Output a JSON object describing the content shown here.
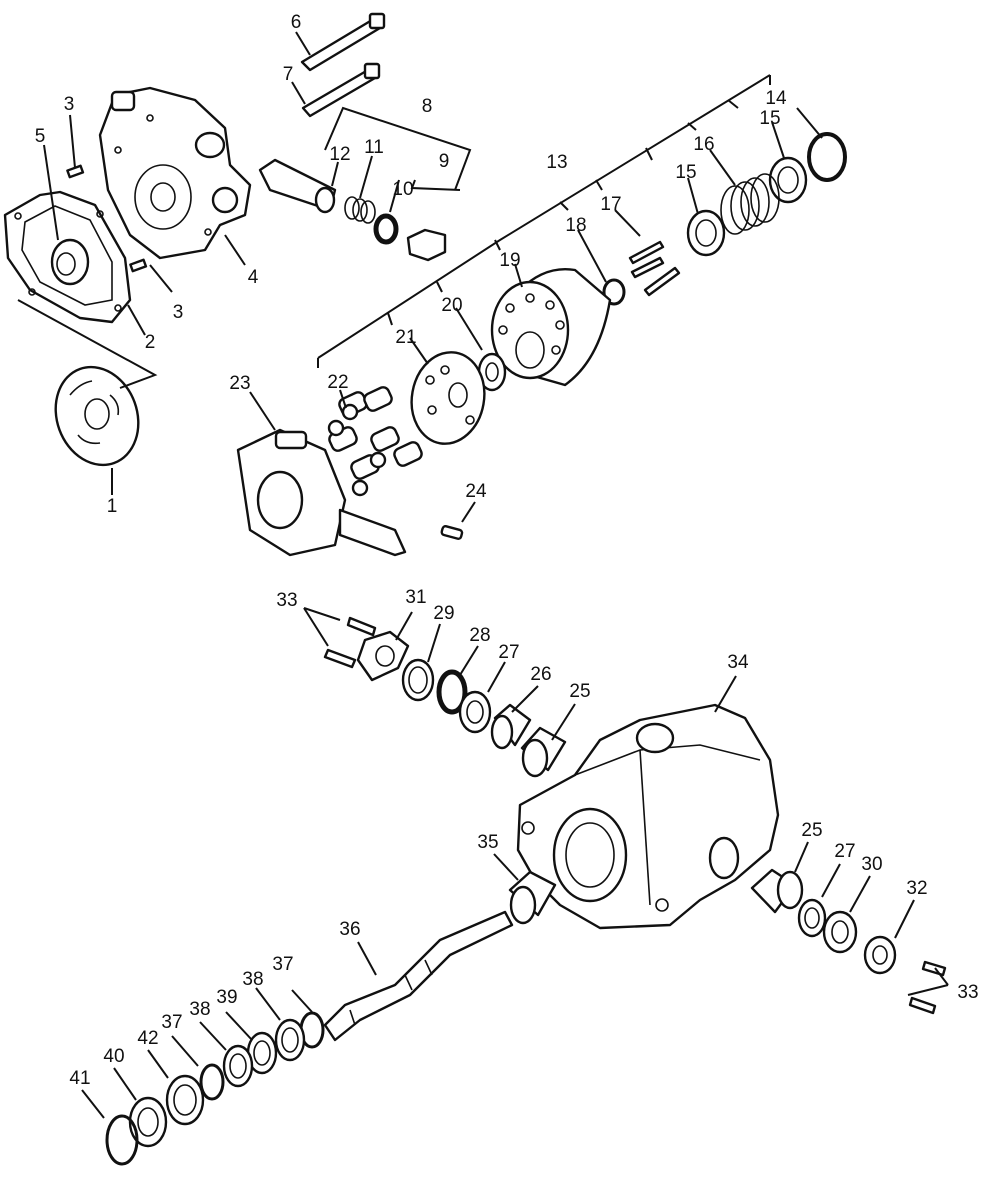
{
  "callouts": [
    {
      "id": "1",
      "text": "1"
    },
    {
      "id": "2",
      "text": "2"
    },
    {
      "id": "3a",
      "text": "3"
    },
    {
      "id": "3b",
      "text": "3"
    },
    {
      "id": "4",
      "text": "4"
    },
    {
      "id": "5",
      "text": "5"
    },
    {
      "id": "6",
      "text": "6"
    },
    {
      "id": "7",
      "text": "7"
    },
    {
      "id": "8",
      "text": "8"
    },
    {
      "id": "9",
      "text": "9"
    },
    {
      "id": "10",
      "text": "10"
    },
    {
      "id": "11",
      "text": "11"
    },
    {
      "id": "12",
      "text": "12"
    },
    {
      "id": "13",
      "text": "13"
    },
    {
      "id": "14",
      "text": "14"
    },
    {
      "id": "15a",
      "text": "15"
    },
    {
      "id": "15b",
      "text": "15"
    },
    {
      "id": "16",
      "text": "16"
    },
    {
      "id": "17",
      "text": "17"
    },
    {
      "id": "18",
      "text": "18"
    },
    {
      "id": "19",
      "text": "19"
    },
    {
      "id": "20",
      "text": "20"
    },
    {
      "id": "21",
      "text": "21"
    },
    {
      "id": "22",
      "text": "22"
    },
    {
      "id": "23",
      "text": "23"
    },
    {
      "id": "24",
      "text": "24"
    },
    {
      "id": "25a",
      "text": "25"
    },
    {
      "id": "25b",
      "text": "25"
    },
    {
      "id": "26",
      "text": "26"
    },
    {
      "id": "27a",
      "text": "27"
    },
    {
      "id": "27b",
      "text": "27"
    },
    {
      "id": "28",
      "text": "28"
    },
    {
      "id": "29",
      "text": "29"
    },
    {
      "id": "30",
      "text": "30"
    },
    {
      "id": "31",
      "text": "31"
    },
    {
      "id": "32",
      "text": "32"
    },
    {
      "id": "33a",
      "text": "33"
    },
    {
      "id": "33b",
      "text": "33"
    },
    {
      "id": "34",
      "text": "34"
    },
    {
      "id": "35",
      "text": "35"
    },
    {
      "id": "36",
      "text": "36"
    },
    {
      "id": "37a",
      "text": "37"
    },
    {
      "id": "37b",
      "text": "37"
    },
    {
      "id": "38a",
      "text": "38"
    },
    {
      "id": "38b",
      "text": "38"
    },
    {
      "id": "39",
      "text": "39"
    },
    {
      "id": "40",
      "text": "40"
    },
    {
      "id": "41",
      "text": "41"
    },
    {
      "id": "42",
      "text": "42"
    }
  ]
}
